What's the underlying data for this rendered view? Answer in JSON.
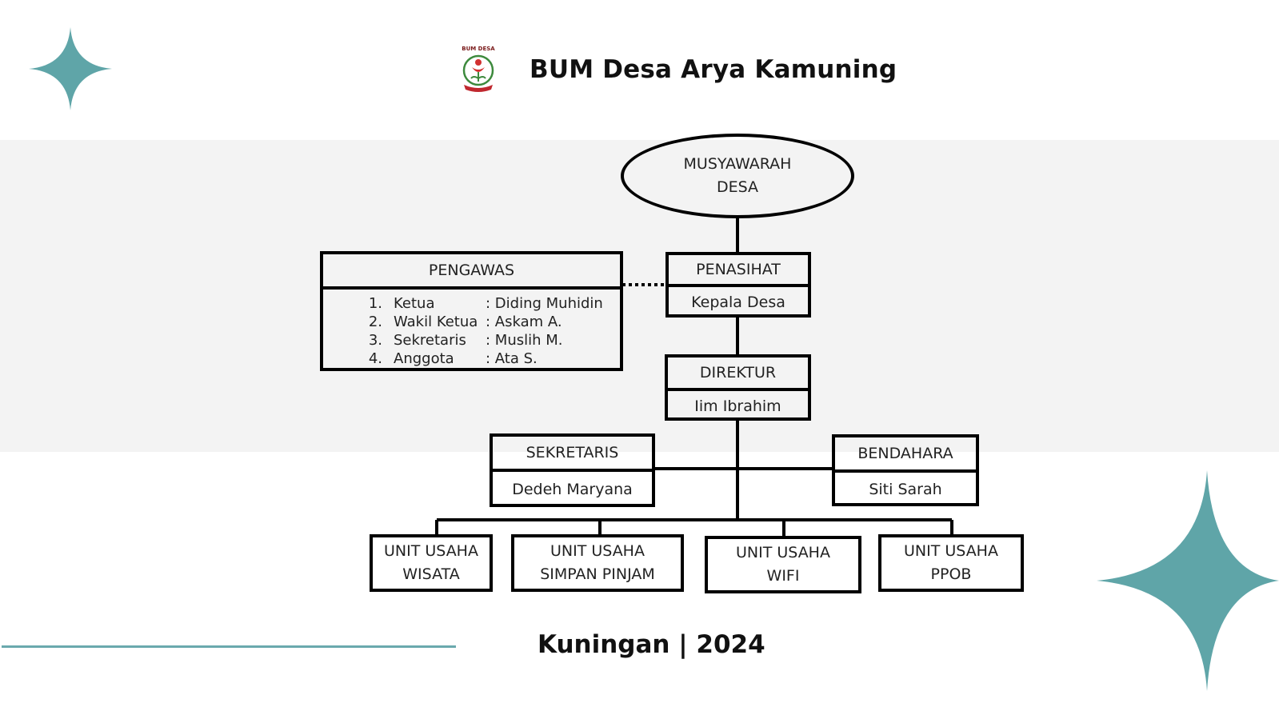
{
  "header": {
    "title": "BUM Desa Arya Kamuning",
    "logo_text": "BUM DESA"
  },
  "colors": {
    "accent": "#5fa5a8",
    "band": "#f3f3f3",
    "line": "#000000"
  },
  "org_chart": {
    "top": {
      "line1": "MUSYAWARAH",
      "line2": "DESA"
    },
    "pengawas": {
      "title": "PENGAWAS",
      "members": [
        {
          "num": "1.",
          "role": "Ketua",
          "name": ": Diding Muhidin"
        },
        {
          "num": "2.",
          "role": "Wakil Ketua",
          "name": ": Askam A."
        },
        {
          "num": "3.",
          "role": "Sekretaris",
          "name": ": Muslih M."
        },
        {
          "num": "4.",
          "role": "Anggota",
          "name": ": Ata S."
        }
      ]
    },
    "penasihat": {
      "title": "PENASIHAT",
      "name": "Kepala Desa"
    },
    "direktur": {
      "title": "DIREKTUR",
      "name": "Iim Ibrahim"
    },
    "sekretaris": {
      "title": "SEKRETARIS",
      "name": "Dedeh Maryana"
    },
    "bendahara": {
      "title": "BENDAHARA",
      "name": "Siti Sarah"
    },
    "units": [
      {
        "line1": "UNIT USAHA",
        "line2": "WISATA"
      },
      {
        "line1": "UNIT USAHA",
        "line2": "SIMPAN PINJAM"
      },
      {
        "line1": "UNIT USAHA",
        "line2": "WIFI"
      },
      {
        "line1": "UNIT USAHA",
        "line2": "PPOB"
      }
    ]
  },
  "footer": {
    "text": "Kuningan | 2024"
  }
}
